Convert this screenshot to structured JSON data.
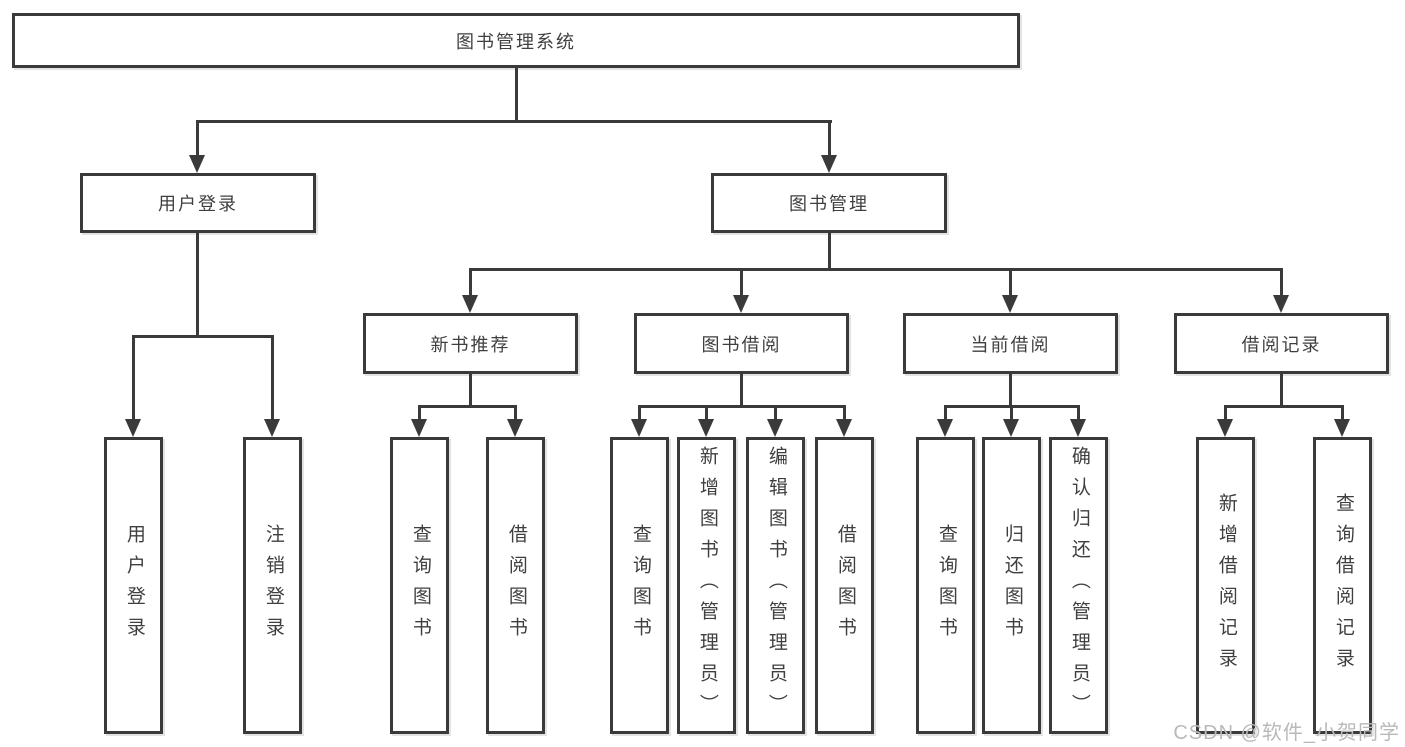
{
  "colors": {
    "line": "#3a3a3a",
    "text": "#3f3f3f",
    "watermark": "#b9b9b9",
    "background": "#ffffff"
  },
  "watermark": "CSDN @软件_小贺同学",
  "nodes": {
    "root": "图书管理系统",
    "user_login": "用户登录",
    "book_mgmt": "图书管理",
    "new_book_rec": "新书推荐",
    "book_borrow": "图书借阅",
    "current_borrow": "当前借阅",
    "borrow_record": "借阅记录",
    "leaves": {
      "ul_login": "用户登录",
      "ul_logout": "注销登录",
      "nbr_query": "查询图书",
      "nbr_borrow": "借阅图书",
      "bb_query": "查询图书",
      "bb_add": "新增图书（管理员）",
      "bb_edit": "编辑图书（管理员）",
      "bb_borrow": "借阅图书",
      "cb_query": "查询图书",
      "cb_return": "归还图书",
      "cb_confirm": "确认归还（管理员）",
      "br_add": "新增借阅记录",
      "br_query": "查询借阅记录"
    }
  }
}
